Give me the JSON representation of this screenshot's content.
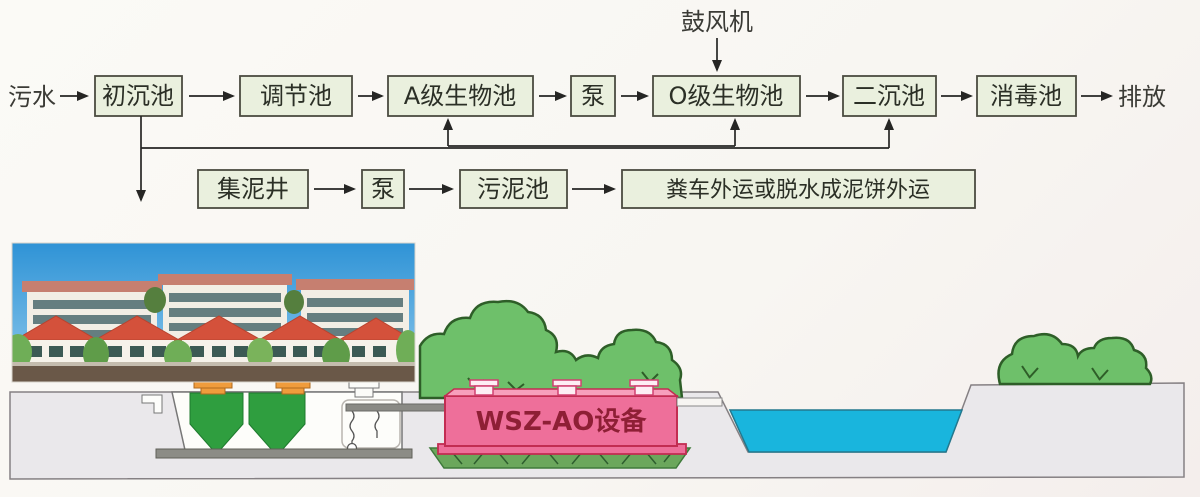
{
  "flowchart": {
    "influent_label": "污水",
    "blower_label": "鼓风机",
    "effluent_label": "排放",
    "main_flow": [
      "初沉池",
      "调节池",
      "A级生物池",
      "泵",
      "O级生物池",
      "二沉池",
      "消毒池"
    ],
    "sludge_flow": [
      "集泥井",
      "泵",
      "污泥池",
      "粪车外运或脱水成泥饼外运"
    ]
  },
  "illustration": {
    "equipment_label": "WSZ-AO设备"
  },
  "colors": {
    "flow_box_fill": "#eaf0de",
    "flow_box_border": "#4b4b40",
    "arrow": "#262624",
    "equipment_pink": "#ee6f9a",
    "equipment_pink_light": "#f79fbc",
    "equipment_outline": "#c22d52",
    "equipment_text": "#8e1f35",
    "water_blue": "#19b5dd",
    "bush_green": "#6ec06a",
    "bush_outline": "#2e5e28",
    "tank_green": "#2f9e3f",
    "cap_orange": "#f09c3c",
    "ground_grey": "#eae8eb",
    "soil_green": "#6ba75c",
    "sky_blue": "#3f9ddb"
  }
}
